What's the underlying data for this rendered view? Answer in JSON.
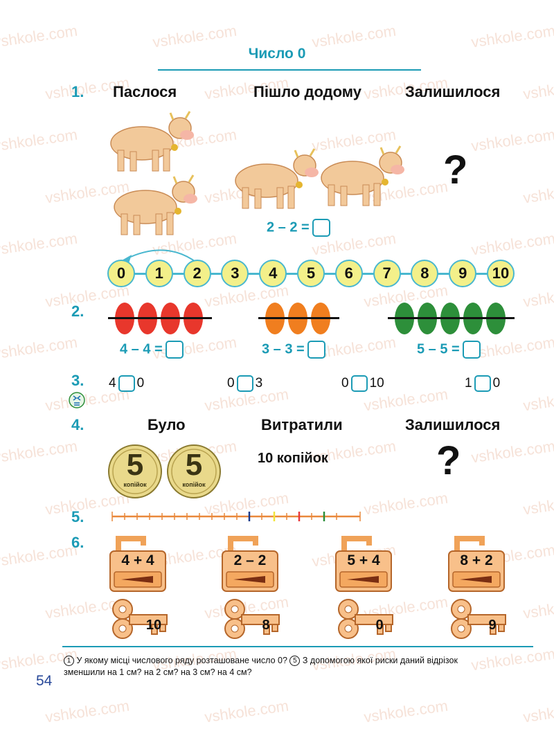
{
  "watermark": "vshkole.com",
  "title": "Число 0",
  "task1": {
    "number": "1.",
    "headers": [
      "Паслося",
      "Пішло додому",
      "Залишилося"
    ],
    "equation": "2 – 2 =",
    "question": "?"
  },
  "number_line": [
    "0",
    "1",
    "2",
    "3",
    "4",
    "5",
    "6",
    "7",
    "8",
    "9",
    "10"
  ],
  "task2": {
    "number": "2.",
    "groups": [
      {
        "count": 4,
        "color": "#e8372c",
        "equation": "4 – 4 ="
      },
      {
        "count": 3,
        "color": "#f07e1f",
        "equation": "3 – 3 ="
      },
      {
        "count": 5,
        "color": "#2d8f3a",
        "equation": "5 – 5 ="
      }
    ]
  },
  "task3": {
    "number": "3.",
    "items": [
      {
        "left": "4",
        "right": "0"
      },
      {
        "left": "0",
        "right": "3"
      },
      {
        "left": "0",
        "right": "10"
      },
      {
        "left": "1",
        "right": "0"
      }
    ]
  },
  "task4": {
    "number": "4.",
    "headers": [
      "Було",
      "Витратили",
      "Залишилося"
    ],
    "spent": "10 копійок",
    "coin_value": "5",
    "coin_text": "копійок",
    "question": "?"
  },
  "task5": {
    "number": "5."
  },
  "task6": {
    "number": "6.",
    "locks": [
      "4 + 4",
      "2 – 2",
      "5 + 4",
      "8 + 2"
    ],
    "keys": [
      "10",
      "8",
      "0",
      "9"
    ]
  },
  "footnote": {
    "c1": "1",
    "c5": "5",
    "q1": "У якому місці числового ряду розташоване число 0?",
    "q5a": "З допомогою якої риски даний відрізок",
    "q5b": "зменшили на 1 см? на 2 см? на 3 см? на 4 см?"
  },
  "page_number": "54"
}
